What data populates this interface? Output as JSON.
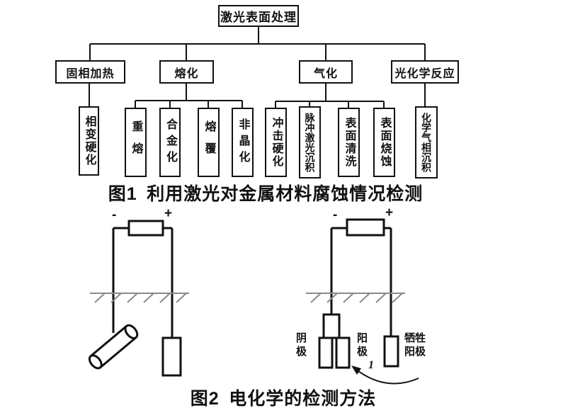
{
  "figure1": {
    "caption": "图1 利用激光对金属材料腐蚀情况检测",
    "root": "激光表面处理",
    "branches": [
      {
        "label": "固相加热",
        "children": [
          "相变硬化"
        ]
      },
      {
        "label": "熔化",
        "children": [
          "重熔",
          "合金化",
          "熔覆",
          "非晶化"
        ]
      },
      {
        "label": "气化",
        "children": [
          "冲击硬化",
          "脉冲激光沉积",
          "表面清洗",
          "表面烧蚀"
        ]
      },
      {
        "label": "光化学反应",
        "children": [
          "化学气相沉积"
        ]
      }
    ]
  },
  "figure2": {
    "caption": "图2 电化学的检测方法",
    "left_circuit": {
      "minus": "-",
      "plus": "+"
    },
    "right_circuit": {
      "minus": "-",
      "plus": "+",
      "cathode_label": "阴极",
      "anode_label": "阳极",
      "arrow_label": "1",
      "sacrificial_anode_label": "牺牲\n阳极"
    }
  },
  "colors": {
    "ink": "#111111",
    "ground_gray": "#8a8a8a",
    "background": "#ffffff"
  }
}
